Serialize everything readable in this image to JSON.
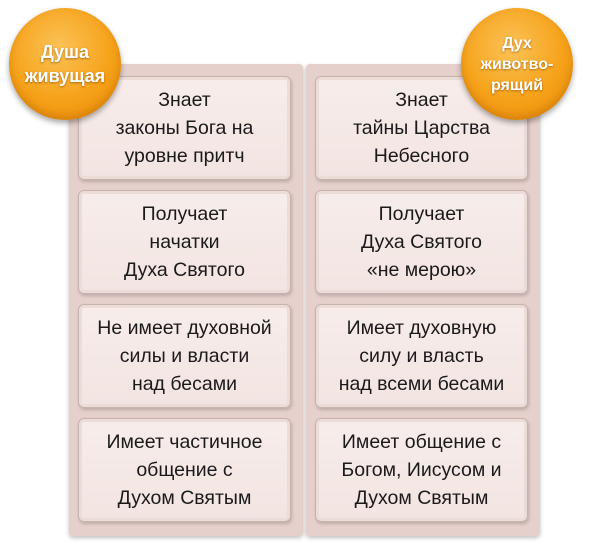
{
  "left": {
    "badge": "Душа\nживущая",
    "cells": [
      "Знает\nзаконы Бога на\nуровне притч",
      "Получает\nначатки\nДуха Святого",
      "Не имеет духовной\nсилы и власти\nнад бесами",
      "Имеет частичное\nобщение с\nДухом Святым"
    ]
  },
  "right": {
    "badge": "Дух\nживотво-\nрящий",
    "cells": [
      "Знает\nтайны Царства\nНебесного",
      "Получает\nДуха Святого\n«не мерою»",
      "Имеет духовную\nсилу и власть\nнад всеми бесами",
      "Имеет общение с\nБогом, Иисусом и\nДухом Святым"
    ]
  },
  "colors": {
    "badge": "#f6a219",
    "column_bg": "#e6d0cb",
    "cell_bg": "#f7edeb"
  }
}
